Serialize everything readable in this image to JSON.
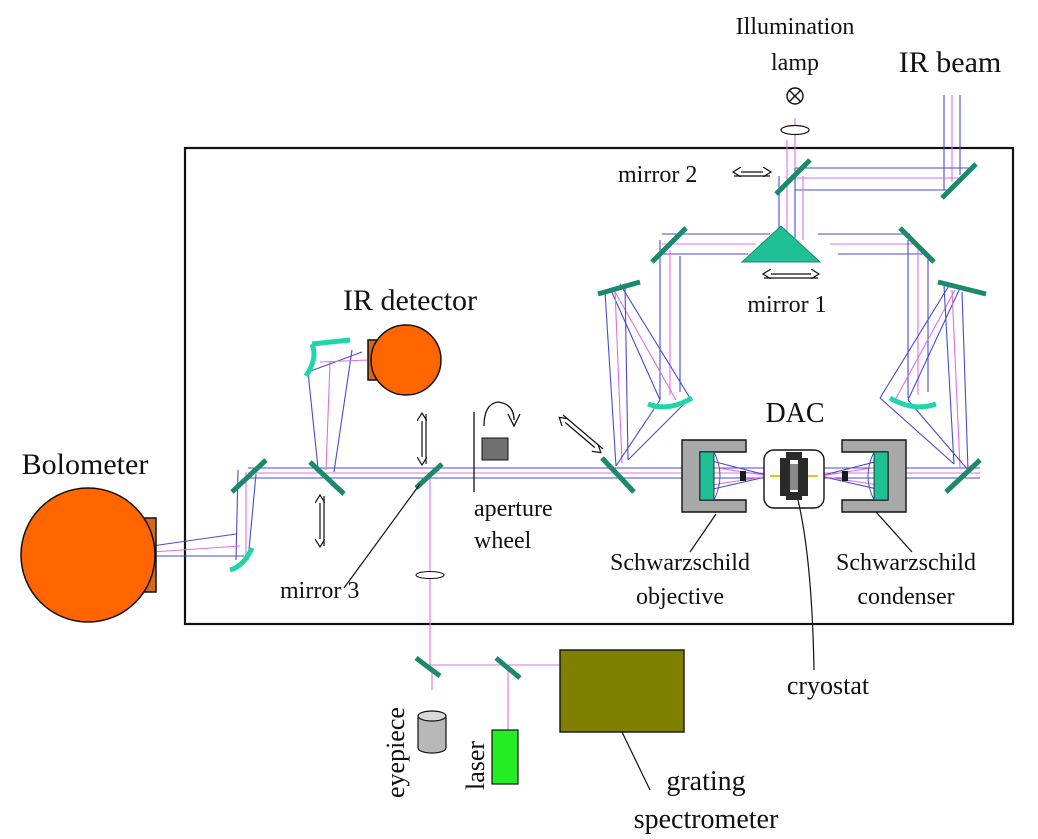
{
  "labels": {
    "illumination_lamp_line1": "Illumination",
    "illumination_lamp_line2": "lamp",
    "ir_beam": "IR beam",
    "mirror_2": "mirror 2",
    "mirror_1": "mirror 1",
    "ir_detector": "IR detector",
    "dac": "DAC",
    "bolometer": "Bolometer",
    "aperture_wheel_line1": "aperture",
    "aperture_wheel_line2": "wheel",
    "mirror_3": "mirror 3",
    "schwarzschild_objective_line1": "Schwarzschild",
    "schwarzschild_objective_line2": "objective",
    "schwarzschild_condenser_line1": "Schwarzschild",
    "schwarzschild_condenser_line2": "condenser",
    "cryostat": "cryostat",
    "eyepiece": "eyepiece",
    "laser": "laser",
    "grating_spectrometer_line1": "grating",
    "grating_spectrometer_line2": "spectrometer"
  },
  "colors": {
    "background": "#ffffff",
    "frame": "#111111",
    "ir_ray": "#4a4ad8",
    "visible_ray": "#e070e0",
    "mirror": "#1a8a6a",
    "mirror_accent": "#1fd6a6",
    "detector_orange": "#ff6600",
    "detector_mount": "#d2691e",
    "spectrometer": "#808000",
    "laser": "#22ee22",
    "housing_gray": "#a8a8a8",
    "eyepiece_gray": "#b8b8b8"
  },
  "icons": {
    "lamp": "crossed-circle-icon",
    "lens": "lens-icon",
    "arrow": "double-arrow-icon",
    "rotation": "rotation-arrow-icon"
  }
}
